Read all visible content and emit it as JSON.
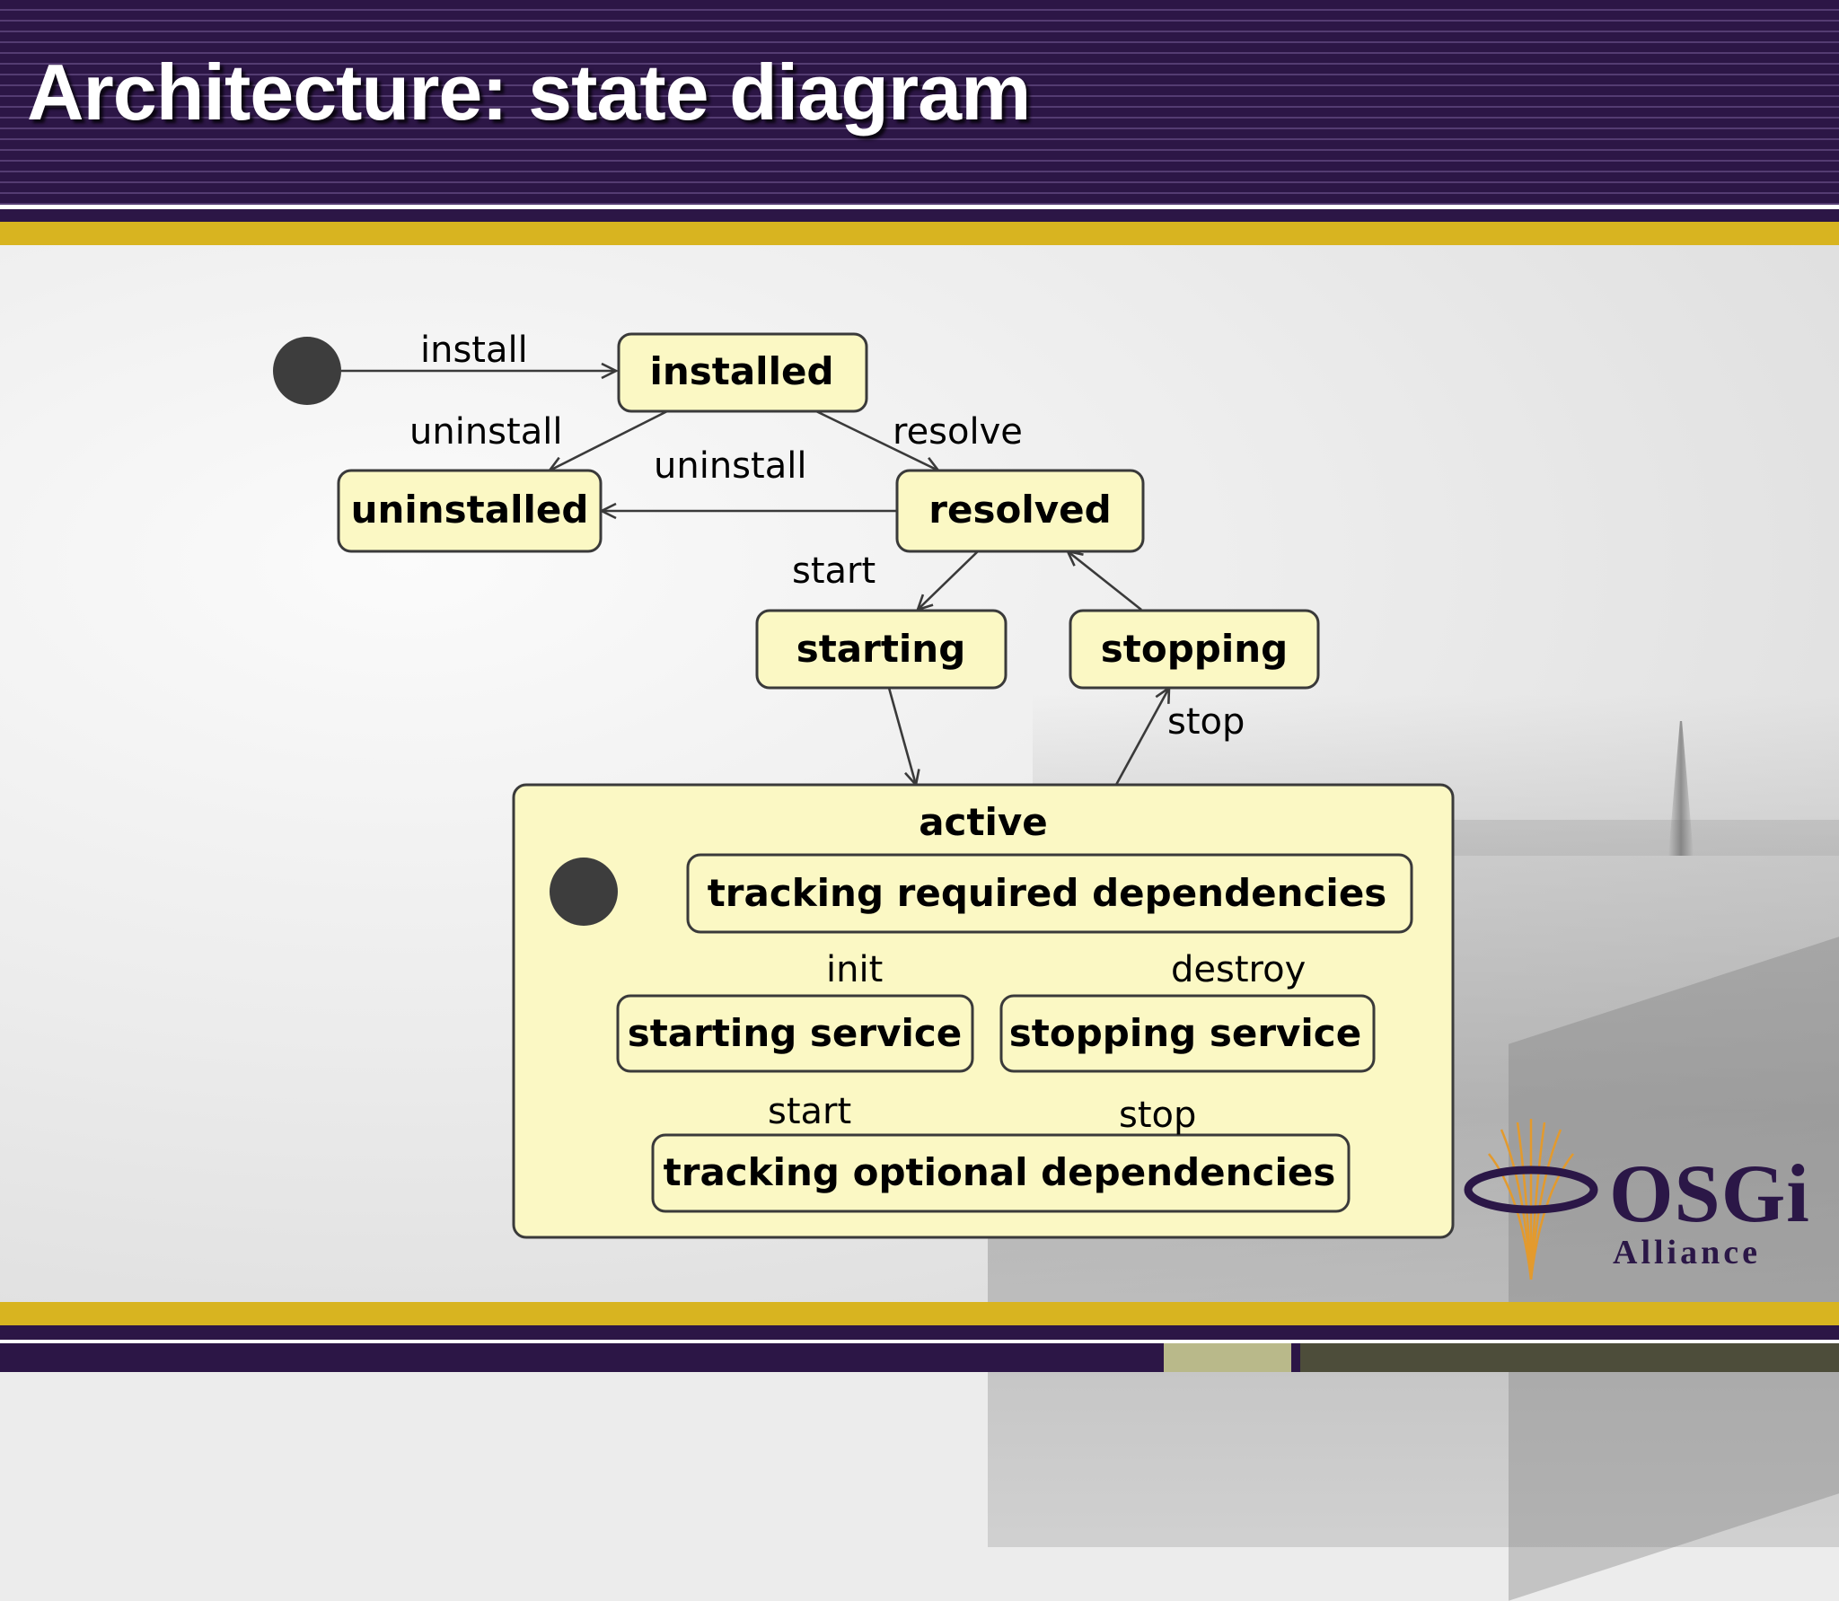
{
  "slide": {
    "title": "Architecture: state diagram"
  },
  "diagram": {
    "states": {
      "installed": "installed",
      "uninstalled": "uninstalled",
      "resolved": "resolved",
      "starting": "starting",
      "stopping": "stopping",
      "active": "active",
      "tracking_required": "tracking required dependencies",
      "starting_service": "starting service",
      "stopping_service": "stopping service",
      "tracking_optional": "tracking optional dependencies"
    },
    "transitions": {
      "install": "install",
      "uninstall_installed": "uninstall",
      "uninstall_resolved": "uninstall",
      "resolve": "resolve",
      "start": "start",
      "stop": "stop",
      "init": "init",
      "destroy": "destroy",
      "start_service": "start",
      "stop_service": "stop"
    },
    "colors": {
      "state_fill": "#fbf8c4",
      "state_border": "#3a3a3a",
      "initial_node": "#3d3d3d"
    }
  },
  "logo": {
    "name": "OSGi",
    "subtitle": "Alliance"
  }
}
